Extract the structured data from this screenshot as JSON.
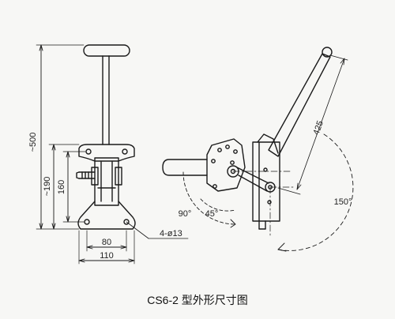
{
  "title": "CS6-2 型外形尺寸图",
  "front_view": {
    "height_overall": "~500",
    "height_mid": "~190",
    "height_160": "160",
    "width_80": "80",
    "width_110": "110",
    "holes": "4-ø13"
  },
  "side_view": {
    "angle_90": "90°",
    "angle_45": "45°",
    "angle_150": "150°",
    "handle_length": "425"
  },
  "colors": {
    "ink": "#1a1a1a",
    "paper": "#f7f7f5"
  }
}
